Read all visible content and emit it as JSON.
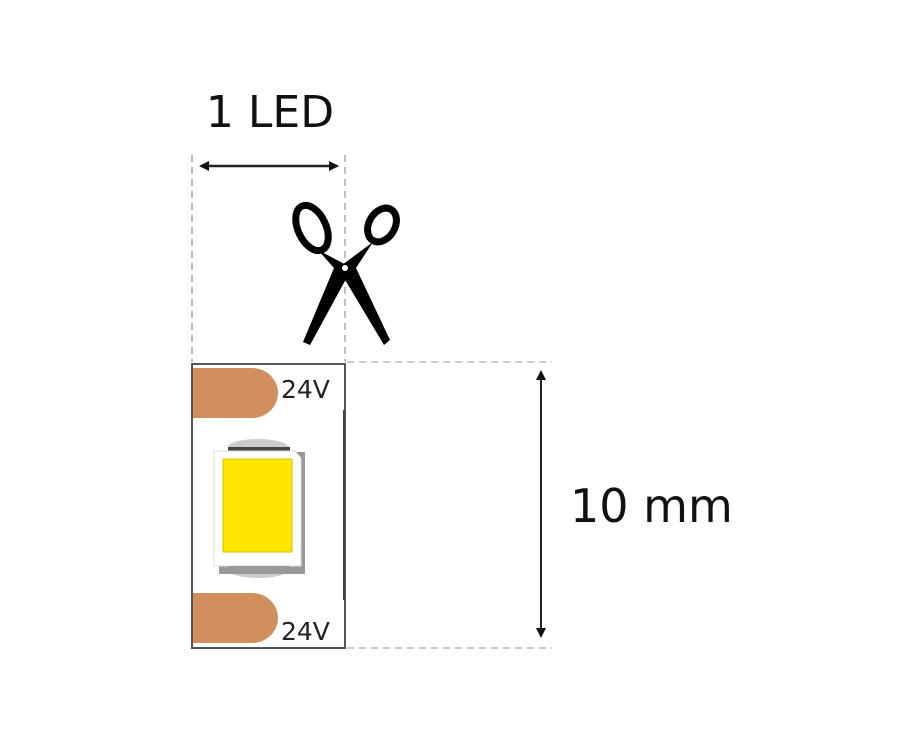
{
  "labels": {
    "led_width": "1 LED",
    "height": "10 mm",
    "voltage_top": "24V",
    "voltage_bottom": "24V"
  },
  "icons": {
    "cut": "scissors-icon"
  },
  "colors": {
    "copper_pad": "#D08F5C",
    "led_emitter": "#FFE600",
    "strip_outline": "#555555",
    "dashed_guide": "#BBBBBB"
  }
}
